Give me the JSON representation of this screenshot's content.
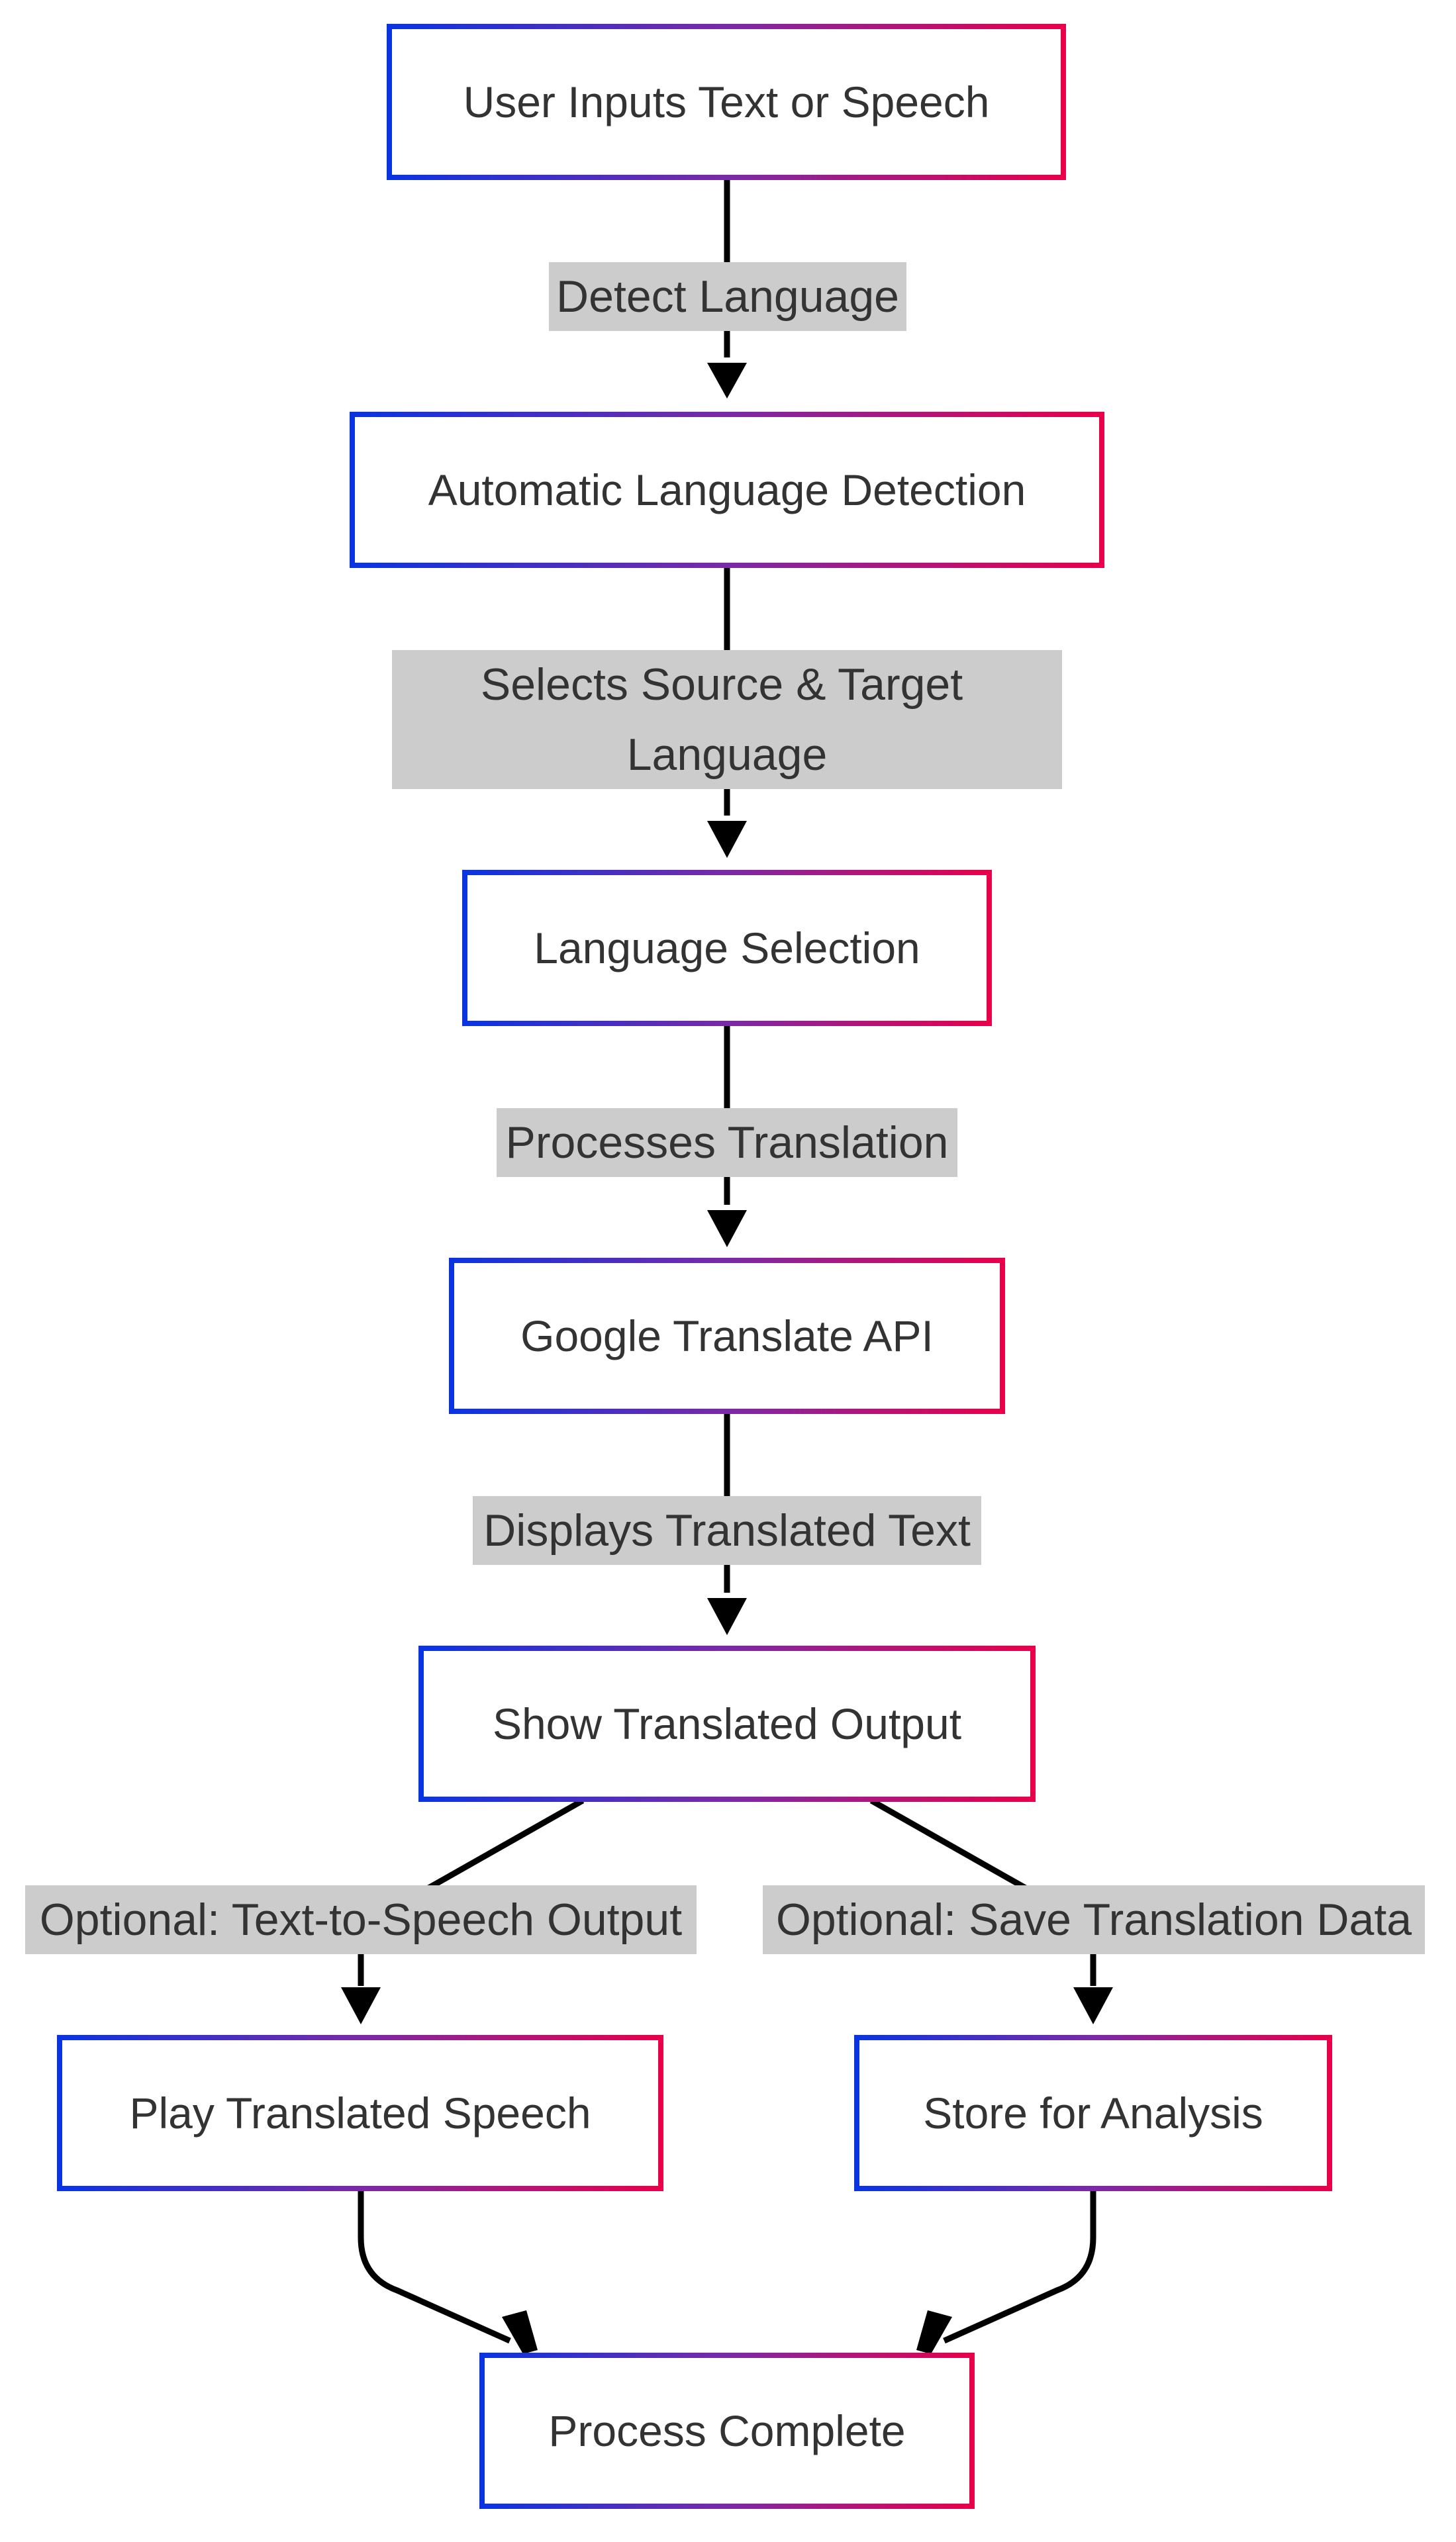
{
  "nodes": {
    "user_input": "User Inputs Text or Speech",
    "auto_detect": "Automatic Language Detection",
    "lang_select": "Language Selection",
    "google_api": "Google Translate API",
    "show_output": "Show Translated Output",
    "play_speech": "Play Translated Speech",
    "store_analysis": "Store for Analysis",
    "process_complete": "Process Complete"
  },
  "edges": {
    "detect_language": "Detect Language",
    "selects_source_target_line1": "Selects Source & Target",
    "selects_source_target_line2": "Language",
    "processes_translation": "Processes Translation",
    "displays_translated_text": "Displays Translated Text",
    "optional_tts": "Optional: Text-to-Speech Output",
    "optional_save": "Optional: Save Translation Data"
  },
  "colors": {
    "border_gradient_start": "#0a34e0",
    "border_gradient_end": "#e8004a",
    "edge_label_background": "#cccccc",
    "edge_line": "#000000",
    "text": "#333333"
  }
}
